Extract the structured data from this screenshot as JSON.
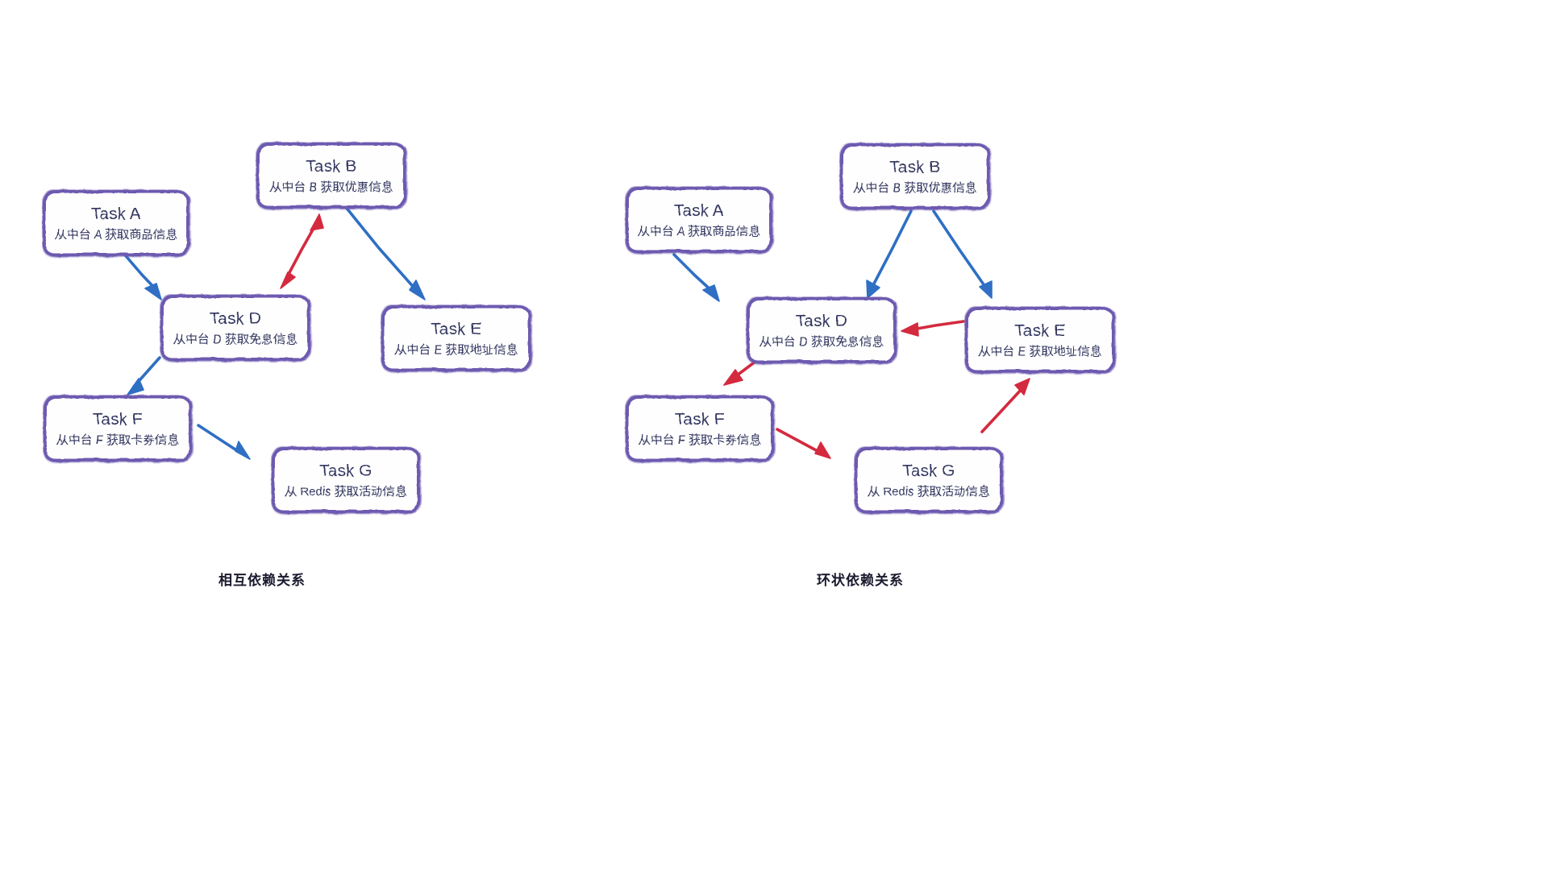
{
  "page": {
    "background": "#ffffff",
    "node_border_color": "#6d5ab0",
    "node_text_color": "#30355e",
    "arrow_blue": "#2f6fc4",
    "arrow_red": "#d42a3e"
  },
  "diagrams": [
    {
      "id": "mutual-dependency",
      "caption": "相互依赖关系",
      "nodes": [
        {
          "key": "A",
          "title": "Task A",
          "subtitle": "从中台 A 获取商品信息"
        },
        {
          "key": "B",
          "title": "Task B",
          "subtitle": "从中台 B 获取优惠信息"
        },
        {
          "key": "D",
          "title": "Task D",
          "subtitle": "从中台 D 获取免息信息"
        },
        {
          "key": "E",
          "title": "Task E",
          "subtitle": "从中台 E 获取地址信息"
        },
        {
          "key": "F",
          "title": "Task F",
          "subtitle": "从中台 F 获取卡券信息"
        },
        {
          "key": "G",
          "title": "Task G",
          "subtitle": "从 Redis 获取活动信息"
        }
      ],
      "edges": [
        {
          "from": "A",
          "to": "D",
          "color": "blue",
          "direction": "single"
        },
        {
          "from": "B",
          "to": "E",
          "color": "blue",
          "direction": "single"
        },
        {
          "from": "B",
          "to": "D",
          "color": "red",
          "direction": "double"
        },
        {
          "from": "D",
          "to": "F",
          "color": "blue",
          "direction": "single"
        },
        {
          "from": "F",
          "to": "G",
          "color": "blue",
          "direction": "single"
        }
      ]
    },
    {
      "id": "circular-dependency",
      "caption": "环状依赖关系",
      "nodes": [
        {
          "key": "A",
          "title": "Task A",
          "subtitle": "从中台 A 获取商品信息"
        },
        {
          "key": "B",
          "title": "Task B",
          "subtitle": "从中台 B 获取优惠信息"
        },
        {
          "key": "D",
          "title": "Task D",
          "subtitle": "从中台 D 获取免息信息"
        },
        {
          "key": "E",
          "title": "Task E",
          "subtitle": "从中台 E 获取地址信息"
        },
        {
          "key": "F",
          "title": "Task F",
          "subtitle": "从中台 F 获取卡券信息"
        },
        {
          "key": "G",
          "title": "Task G",
          "subtitle": "从 Redis 获取活动信息"
        }
      ],
      "edges": [
        {
          "from": "A",
          "to": "D",
          "color": "blue",
          "direction": "single"
        },
        {
          "from": "B",
          "to": "D",
          "color": "blue",
          "direction": "single"
        },
        {
          "from": "B",
          "to": "E",
          "color": "blue",
          "direction": "single"
        },
        {
          "from": "E",
          "to": "D",
          "color": "red",
          "direction": "single"
        },
        {
          "from": "D",
          "to": "F",
          "color": "red",
          "direction": "single"
        },
        {
          "from": "F",
          "to": "G",
          "color": "red",
          "direction": "single"
        },
        {
          "from": "G",
          "to": "E",
          "color": "red",
          "direction": "single"
        }
      ]
    }
  ]
}
